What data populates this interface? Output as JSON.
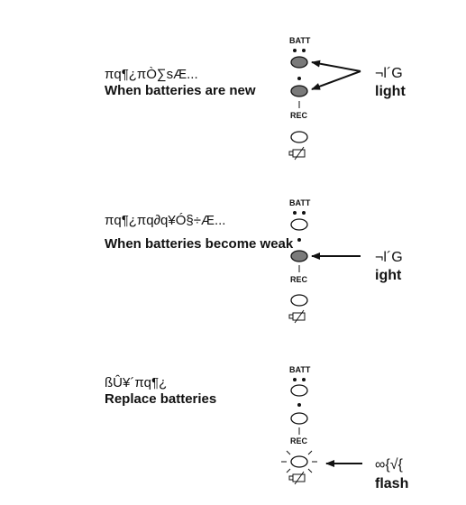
{
  "sections": [
    {
      "loc_text": "πq¶¿πÒ∑sÆ...",
      "en_text": "When batteries are new",
      "batt_label": "BATT",
      "rec_label": "REC",
      "callout_loc": "¬l´G",
      "callout_en": "light"
    },
    {
      "loc_text": "πq¶¿πq∂q¥Ó§÷Æ...",
      "en_text": "When batteries become weak",
      "batt_label": "BATT",
      "rec_label": "REC",
      "callout_loc": "¬l´G",
      "callout_en": "ight"
    },
    {
      "loc_text": "ßÛ¥´πq¶¿",
      "en_text": "Replace batteries",
      "batt_label": "BATT",
      "rec_label": "REC",
      "callout_loc": "∞{√{",
      "callout_en": "flash"
    }
  ],
  "colors": {
    "ink": "#111111",
    "lit_fill": "#7a7a7a"
  },
  "indicator_states": [
    "both-lit",
    "lower-lit",
    "flashing"
  ]
}
